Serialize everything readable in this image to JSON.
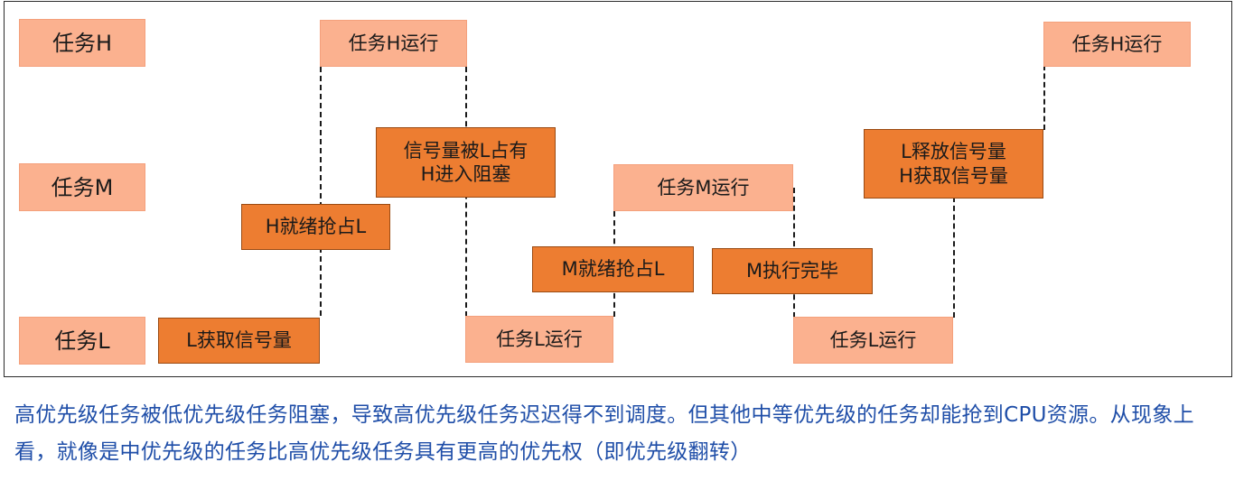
{
  "diagram": {
    "lane_labels": {
      "high": "任务H",
      "medium": "任务M",
      "low": "任务L"
    },
    "states": {
      "h_run_1": "任务H运行",
      "h_run_2": "任务H运行",
      "m_run": "任务M运行",
      "l_run_1": "任务L运行",
      "l_run_2": "任务L运行"
    },
    "events": {
      "l_take_sem": "L获取信号量",
      "h_preempt": "H就绪抢占L",
      "h_block": "信号量被L占有\nH进入阻塞",
      "m_preempt": "M就绪抢占L",
      "m_done": "M执行完毕",
      "l_release": "L释放信号量\nH获取信号量"
    },
    "colors": {
      "light_fill": "#fbb18f",
      "dark_fill": "#ed7d31",
      "dark_border": "#9a4a12",
      "caption_text": "#1f4ea8"
    }
  },
  "caption": {
    "text": "高优先级任务被低优先级任务阻塞，导致高优先级任务迟迟得不到调度。但其他中等优先级的任务却能抢到CPU资源。从现象上看，就像是中优先级的任务比高优先级任务具有更高的优先权（即优先级翻转）"
  }
}
